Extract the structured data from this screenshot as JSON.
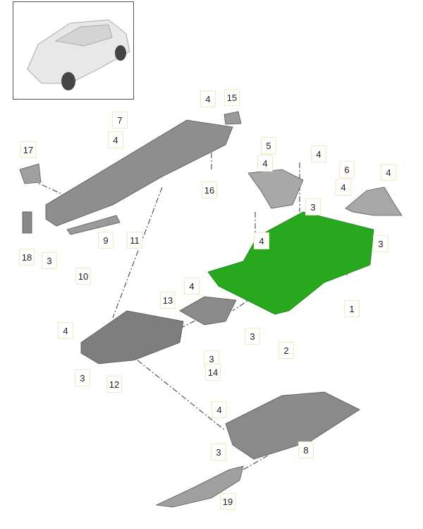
{
  "title": "Underbody protection parts diagram",
  "colors": {
    "highlight": "#27a81f",
    "part": "#8e8e8e",
    "line": "#333333"
  },
  "callouts": {
    "c7": "7",
    "c7a": "4",
    "c4a": "4",
    "c15": "15",
    "c17": "17",
    "c5": "5",
    "c5a": "4",
    "c4b": "4",
    "c6": "6",
    "c6a": "4",
    "c4c": "4",
    "c16": "16",
    "c3a": "3",
    "c18": "18",
    "c3b": "3",
    "c9": "9",
    "c11": "11",
    "c10": "10",
    "c4d": "4",
    "c3c": "3",
    "c1": "1",
    "c13": "13",
    "c4e": "4",
    "c4f": "4",
    "c3d": "3",
    "c3e": "3",
    "c14": "14",
    "c2": "2",
    "c3f": "3",
    "c12": "12",
    "c4g": "4",
    "c8": "8",
    "c3g": "3",
    "c19": "19"
  }
}
